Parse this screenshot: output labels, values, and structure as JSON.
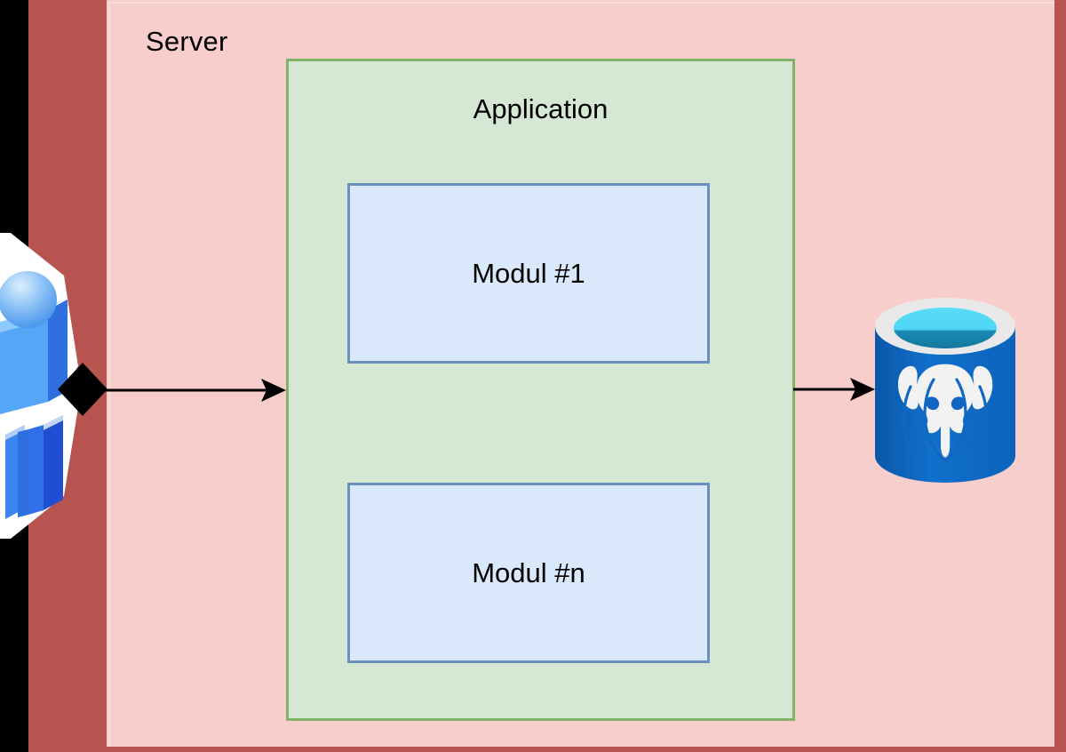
{
  "diagram": {
    "title": "Server application architecture with PostgreSQL database",
    "colors": {
      "server_fill": "#f8cecc",
      "server_border": "#b85450",
      "application_fill": "#d5e8d4",
      "application_border": "#82b366",
      "module_fill": "#dae8fc",
      "module_border": "#6c8ebf",
      "arrow": "#000000",
      "database_body": "#1068c4",
      "database_rim": "#e8e8e8",
      "database_top": "#4fd8f5",
      "actor_blue": "#3399ff"
    }
  },
  "server": {
    "label": "Server"
  },
  "application": {
    "label": "Application",
    "modules": [
      {
        "label": "Modul #1"
      },
      {
        "label": "Modul #n"
      }
    ]
  },
  "actor": {
    "icon": "user-actor-icon",
    "label": ""
  },
  "connectors": [
    {
      "name": "actor-to-application",
      "from": "actor",
      "to": "application",
      "source_marker": "filled-diamond",
      "target_marker": "arrow",
      "label": ""
    },
    {
      "name": "application-to-database",
      "from": "application",
      "to": "database",
      "source_marker": "none",
      "target_marker": "arrow",
      "label": ""
    }
  ],
  "database": {
    "icon": "postgresql-database-icon",
    "label": ""
  }
}
